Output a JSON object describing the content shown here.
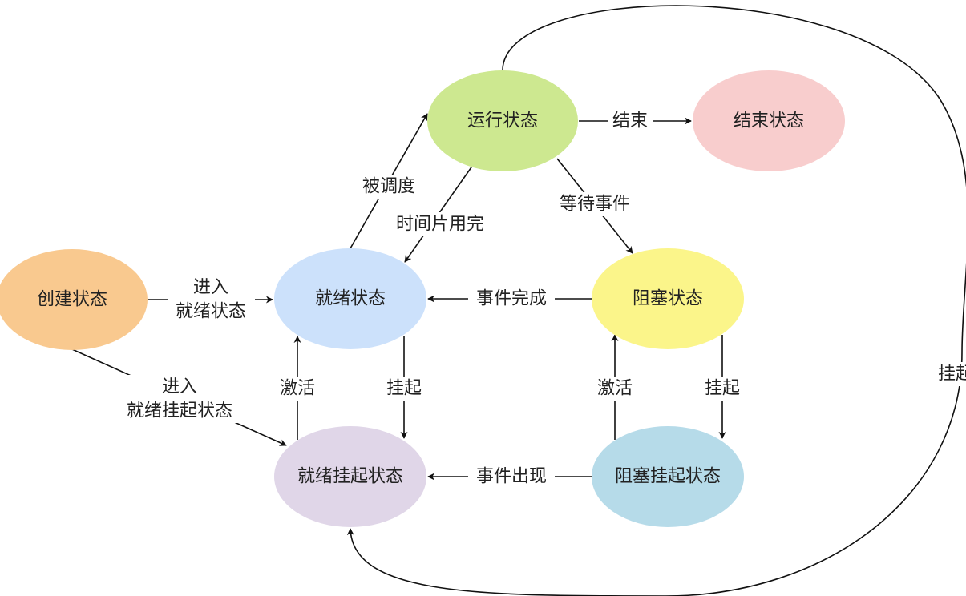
{
  "states": {
    "create": {
      "label": "创建状态",
      "color": "#f9c98f"
    },
    "ready": {
      "label": "就绪状态",
      "color": "#cce1fb"
    },
    "running": {
      "label": "运行状态",
      "color": "#cde890"
    },
    "end": {
      "label": "结束状态",
      "color": "#f8cdcd"
    },
    "blocked": {
      "label": "阻塞状态",
      "color": "#fbf58a"
    },
    "ready_suspended": {
      "label": "就绪挂起状态",
      "color": "#e0d6e8"
    },
    "blocked_suspended": {
      "label": "阻塞挂起状态",
      "color": "#b6dbe9"
    }
  },
  "edges": {
    "create_to_ready": {
      "line1": "进入",
      "line2": "就绪状态"
    },
    "create_to_ready_suspended": {
      "line1": "进入",
      "line2": "就绪挂起状态"
    },
    "ready_to_running": "被调度",
    "running_to_ready": "时间片用完",
    "running_to_end": "结束",
    "running_to_blocked": "等待事件",
    "blocked_to_ready": "事件完成",
    "ready_to_ready_suspended": "挂起",
    "ready_suspended_to_ready": "激活",
    "blocked_to_blocked_suspended": "挂起",
    "blocked_suspended_to_blocked": "激活",
    "blocked_suspended_to_ready_suspended": "事件出现",
    "running_to_ready_suspended": "挂起"
  }
}
